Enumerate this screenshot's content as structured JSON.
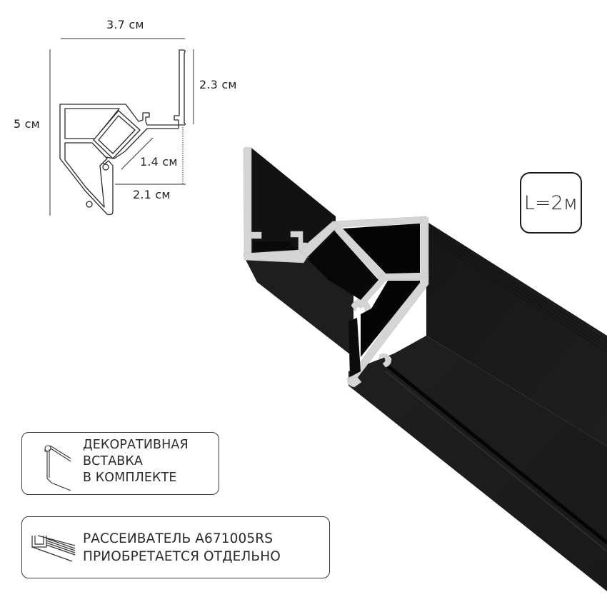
{
  "drawing": {
    "title": "Profile cross-section technical drawing",
    "dimensions": {
      "width_top": "3.7 см",
      "height_total": "5 см",
      "height_upper_arm": "2.3 см",
      "diffuser_width": "1.4 см",
      "lower_width": "2.1 см"
    }
  },
  "length_badge": {
    "label": "L=2м"
  },
  "product_render": {
    "description": "Black aluminium corner LED profile, 3D view",
    "colors": {
      "body": "#1c1c1c",
      "body_dark": "#0a0a0a",
      "cut_face": "#d4d4d4",
      "highlight": "#2b2b2b"
    }
  },
  "info_boxes": [
    {
      "icon": "decorative-insert-icon",
      "lines": [
        "ДЕКОРАТИВНАЯ",
        "ВСТАВКА",
        "В КОМПЛЕКТЕ"
      ]
    },
    {
      "icon": "diffuser-icon",
      "lines": [
        "РАССЕИВАТЕЛЬ A671005RS",
        "ПРИОБРЕТАЕТСЯ ОТДЕЛЬНО"
      ]
    }
  ]
}
